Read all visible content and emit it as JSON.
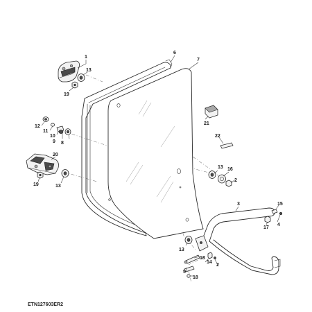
{
  "diagram": {
    "figure_id": "ETN127603ER2",
    "callouts": [
      "1",
      "2",
      "2",
      "3",
      "4",
      "5",
      "6",
      "7",
      "8",
      "9",
      "10",
      "11",
      "12",
      "13",
      "13",
      "13",
      "13",
      "14",
      "15",
      "16",
      "17",
      "18",
      "18",
      "19",
      "19",
      "20",
      "21",
      "22"
    ]
  }
}
